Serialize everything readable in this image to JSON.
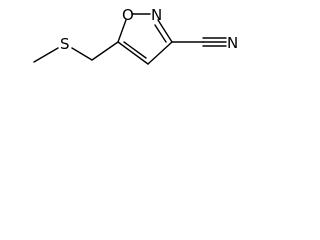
{
  "structure": {
    "atoms": {
      "oxygen": "O",
      "nitrogen_ring": "N",
      "sulfur": "S",
      "nitrogen_nitrile": "N"
    }
  }
}
